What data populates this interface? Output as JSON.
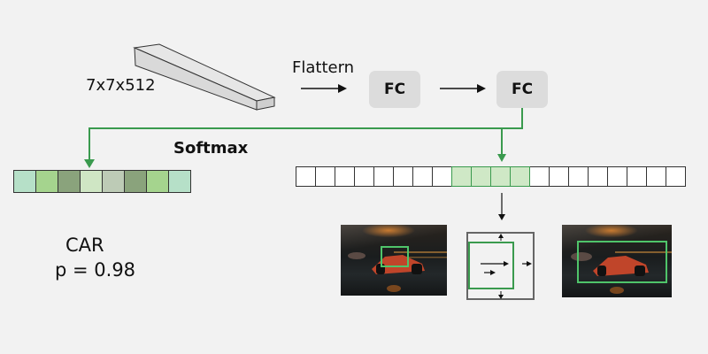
{
  "input": {
    "dims_label": "7x7x512"
  },
  "flatten": {
    "label": "Flattern"
  },
  "fc_layers": [
    {
      "label": "FC"
    },
    {
      "label": "FC"
    }
  ],
  "softmax": {
    "label": "Softmax",
    "cell_colors": [
      "#b6e0c8",
      "#a5d48e",
      "#8aa37c",
      "#cfe6c4",
      "#bdcbb6",
      "#8aa37c",
      "#a5d48e",
      "#b6e0c8"
    ]
  },
  "classification": {
    "class_label": "CAR",
    "probability_label": "p = 0.98"
  },
  "regression_vector": {
    "total_cells": 20,
    "highlighted_cells": [
      8,
      9,
      10,
      11
    ],
    "highlight_color": "#cfe8c6",
    "highlight_border": "#3a9a4e"
  },
  "colors": {
    "accent_green": "#3a9a4e",
    "fc_fill": "#dcdcdc",
    "background": "#f2f2f2"
  },
  "images": [
    {
      "name": "input-image",
      "description": "race car with small proposal box"
    },
    {
      "name": "output-image",
      "description": "race car with refined bounding box"
    }
  ]
}
